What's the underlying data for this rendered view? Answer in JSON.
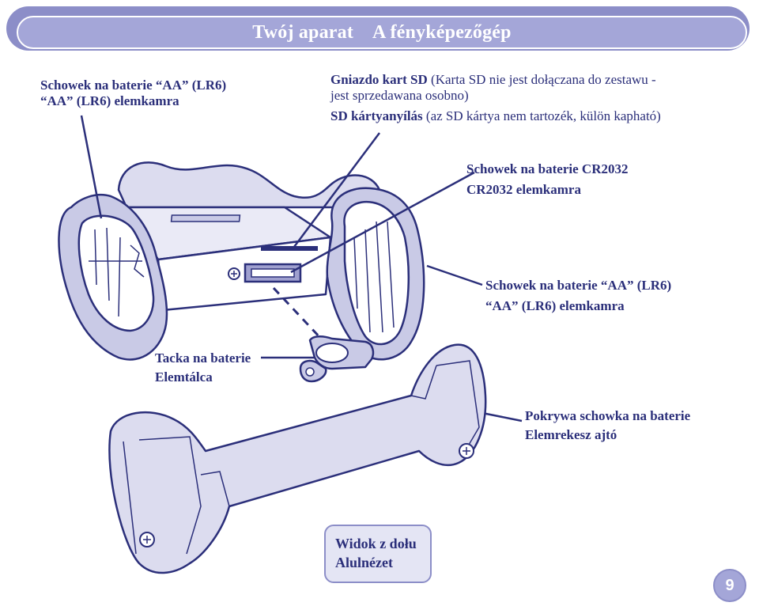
{
  "header": {
    "title_pl": "Twój aparat",
    "title_hu": "A fényképezőgép"
  },
  "labels": {
    "aa_left": {
      "line1": "Schowek na baterie “AA” (LR6)",
      "line2": "“AA” (LR6) elemkamra"
    },
    "sd_slot": {
      "line1_bold": "Gniazdo kart SD",
      "line1_plain": " (Karta SD nie jest dołączana do zestawu -",
      "line2": "jest sprzedawana osobno)",
      "line3_bold": "SD kártyanyílás",
      "line3_plain": " (az SD kártya nem tartozék, külön kapható)"
    },
    "cr2032": {
      "line1": "Schowek na baterie CR2032",
      "line2": "CR2032 elemkamra"
    },
    "aa_right": {
      "line1": "Schowek na baterie “AA” (LR6)",
      "line2": "“AA” (LR6) elemkamra"
    },
    "tray": {
      "line1": "Tacka na baterie",
      "line2": "Elemtálca"
    },
    "cover": {
      "line1": "Pokrywa schowka na baterie",
      "line2": "Elemrekesz ajtó"
    }
  },
  "view": {
    "line1": "Widok z dołu",
    "line2": "Alulnézet"
  },
  "page_number": "9",
  "colors": {
    "accent": "#8c8ec8",
    "header_fill": "#a4a6d8",
    "text": "#2b2f7a",
    "body_fill": "#d9daef"
  }
}
